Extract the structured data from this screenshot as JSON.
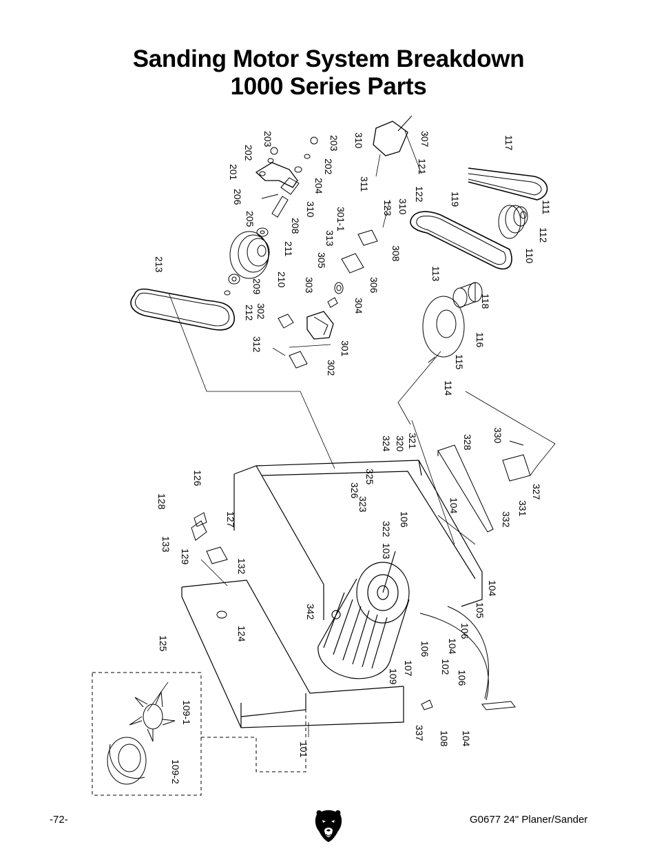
{
  "title": {
    "line1": "Sanding Motor System Breakdown",
    "line2": "1000 Series Parts"
  },
  "footer": {
    "page_number": "-72-",
    "model": "G0677 24\" Planer/Sander"
  },
  "icons": {
    "logo": "grizzly-bear-head-icon"
  },
  "part_labels": [
    "203",
    "202",
    "201",
    "206",
    "205",
    "208",
    "310",
    "211",
    "210",
    "209",
    "212",
    "213",
    "204",
    "202",
    "203",
    "310",
    "311",
    "307",
    "121",
    "122",
    "123",
    "310",
    "301-1",
    "308",
    "313",
    "305",
    "306",
    "303",
    "304",
    "302",
    "312",
    "301",
    "302",
    "117",
    "119",
    "111",
    "112",
    "110",
    "113",
    "118",
    "116",
    "115",
    "114",
    "128",
    "126",
    "133",
    "127",
    "129",
    "132",
    "125",
    "124",
    "101",
    "109-1",
    "109-2",
    "330",
    "328",
    "327",
    "332",
    "331",
    "324",
    "320",
    "321",
    "325",
    "326",
    "323",
    "106",
    "322",
    "104",
    "103",
    "342",
    "104",
    "105",
    "106",
    "104",
    "106",
    "102",
    "107",
    "109",
    "106",
    "337",
    "108",
    "104"
  ]
}
